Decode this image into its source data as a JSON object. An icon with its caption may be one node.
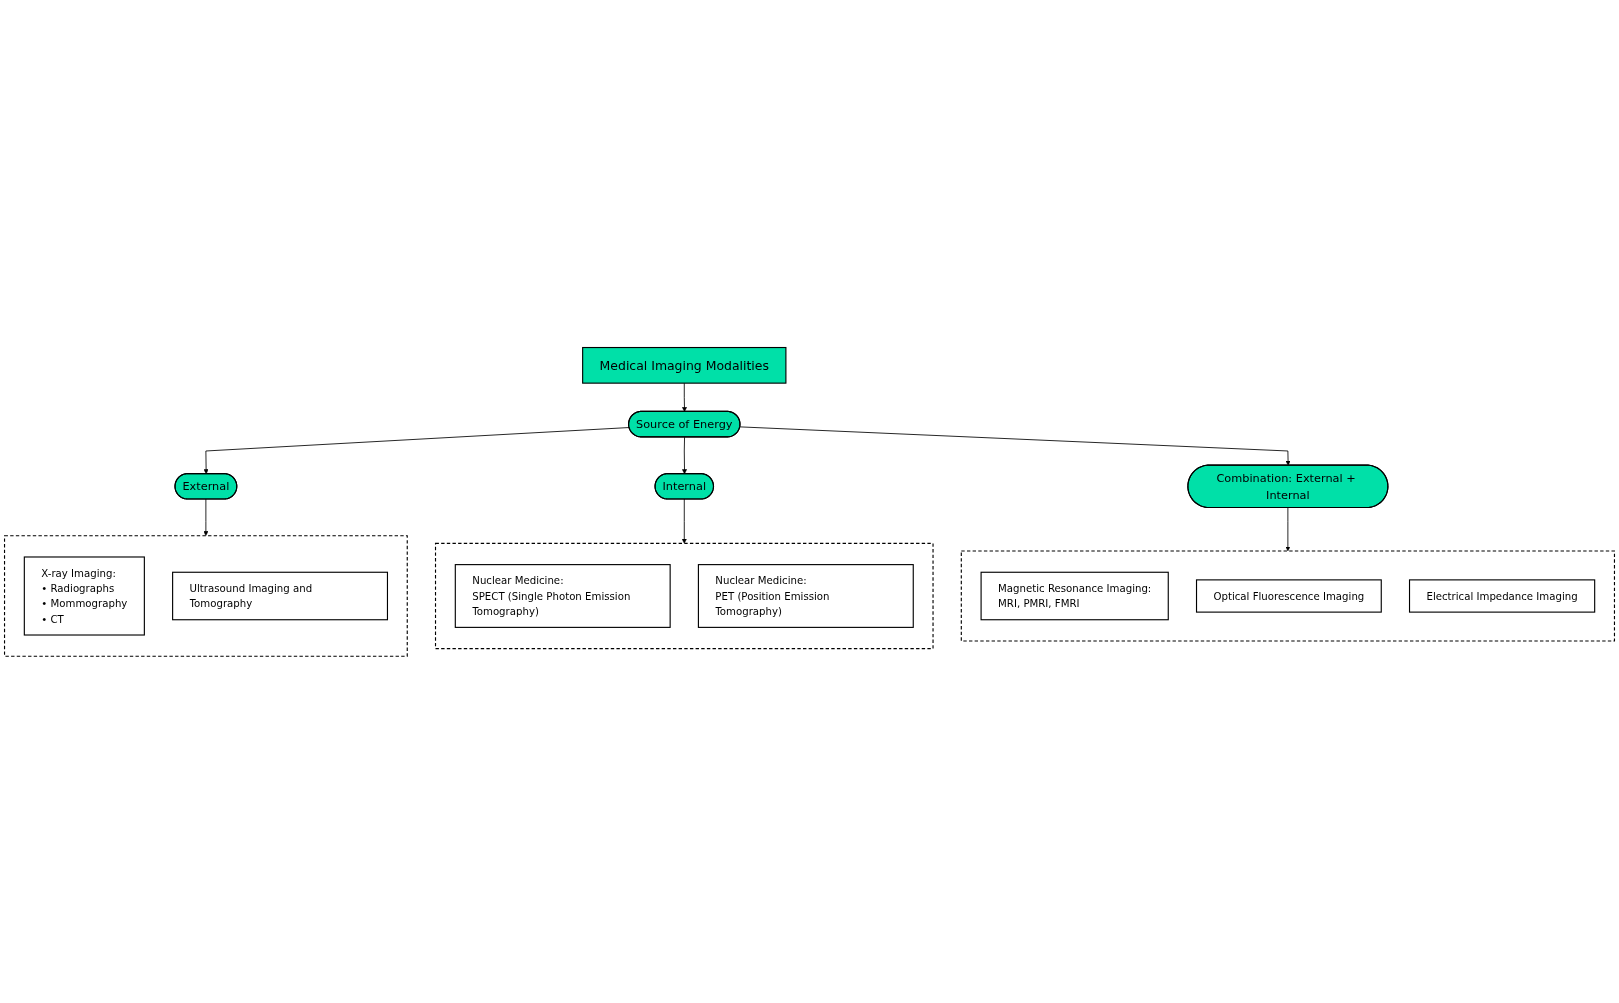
{
  "diagram": {
    "nodes": [
      {
        "text": [
          "Medical Imaging Modalities"
        ]
      },
      {
        "text": [
          "Source of Energy"
        ]
      },
      {
        "text": [
          "External"
        ]
      },
      {
        "text": [
          "Internal"
        ]
      },
      {
        "text": [
          "Combination: External + Internal"
        ]
      },
      {
        "text": [],
        "shape": "box"
      },
      {
        "text": [
          "X-ray Imaging:",
          "• Radiographs",
          "• Mommography",
          "• CT"
        ],
        "in": 5
      },
      {
        "text": [
          "Ultrasound Imaging and Tomography"
        ],
        "in": 5
      },
      {
        "text": [],
        "shape": "box"
      },
      {
        "text": [
          "Nuclear Medicine:",
          "SPECT (Single Photon Emission Tomography)"
        ],
        "in": 8
      },
      {
        "text": [
          "Nuclear Medicine:",
          "PET (Position Emission Tomography)"
        ],
        "in": 8
      },
      {
        "text": [],
        "shape": "box"
      },
      {
        "text": [
          "Magnetic Resonance Imaging:",
          "MRI, PMRI, FMRI"
        ],
        "in": 11
      },
      {
        "text": [
          "Optical Fluorescence Imaging"
        ],
        "in": 11
      },
      {
        "text": [
          "Electrical Impedance Imaging"
        ],
        "in": 11
      }
    ],
    "edges": [
      {
        "from": 0,
        "to": 1,
        "arrow": "to"
      },
      {
        "from": 1,
        "to": 2,
        "arrow": "to"
      },
      {
        "from": 1,
        "to": 3,
        "arrow": "to"
      },
      {
        "from": 1,
        "to": 4,
        "arrow": "to"
      },
      {
        "from": 2,
        "to": 5,
        "arrow": "to"
      },
      {
        "from": 3,
        "to": 8,
        "arrow": "to"
      },
      {
        "from": 4,
        "to": 11,
        "arrow": "to"
      }
    ]
  }
}
